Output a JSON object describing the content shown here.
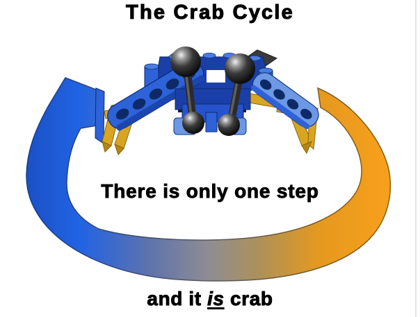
{
  "title": "The Crab Cycle",
  "cycle": {
    "center_text": "There is only one step",
    "caption": {
      "prefix": "and it",
      "emphasis": "is",
      "suffix": "crab"
    },
    "node": "lego-crab",
    "direction": "clockwise"
  },
  "colors": {
    "background": "#FFFFFF",
    "text": "#000000",
    "arrow_blue": "#2163E4",
    "arrow_blue_dark": "#1A50C4",
    "arrow_gray_blend": "#8F8C92",
    "arrow_orange": "#F9A01B",
    "crab_blue": "#2D62D9",
    "crab_dark_blue": "#1A3FA8",
    "crab_light_blue": "#6C98E6",
    "crab_hole_navy": "#0E2A66",
    "crab_gold": "#D9A520",
    "crab_ball_black": "#1C1C1C"
  }
}
